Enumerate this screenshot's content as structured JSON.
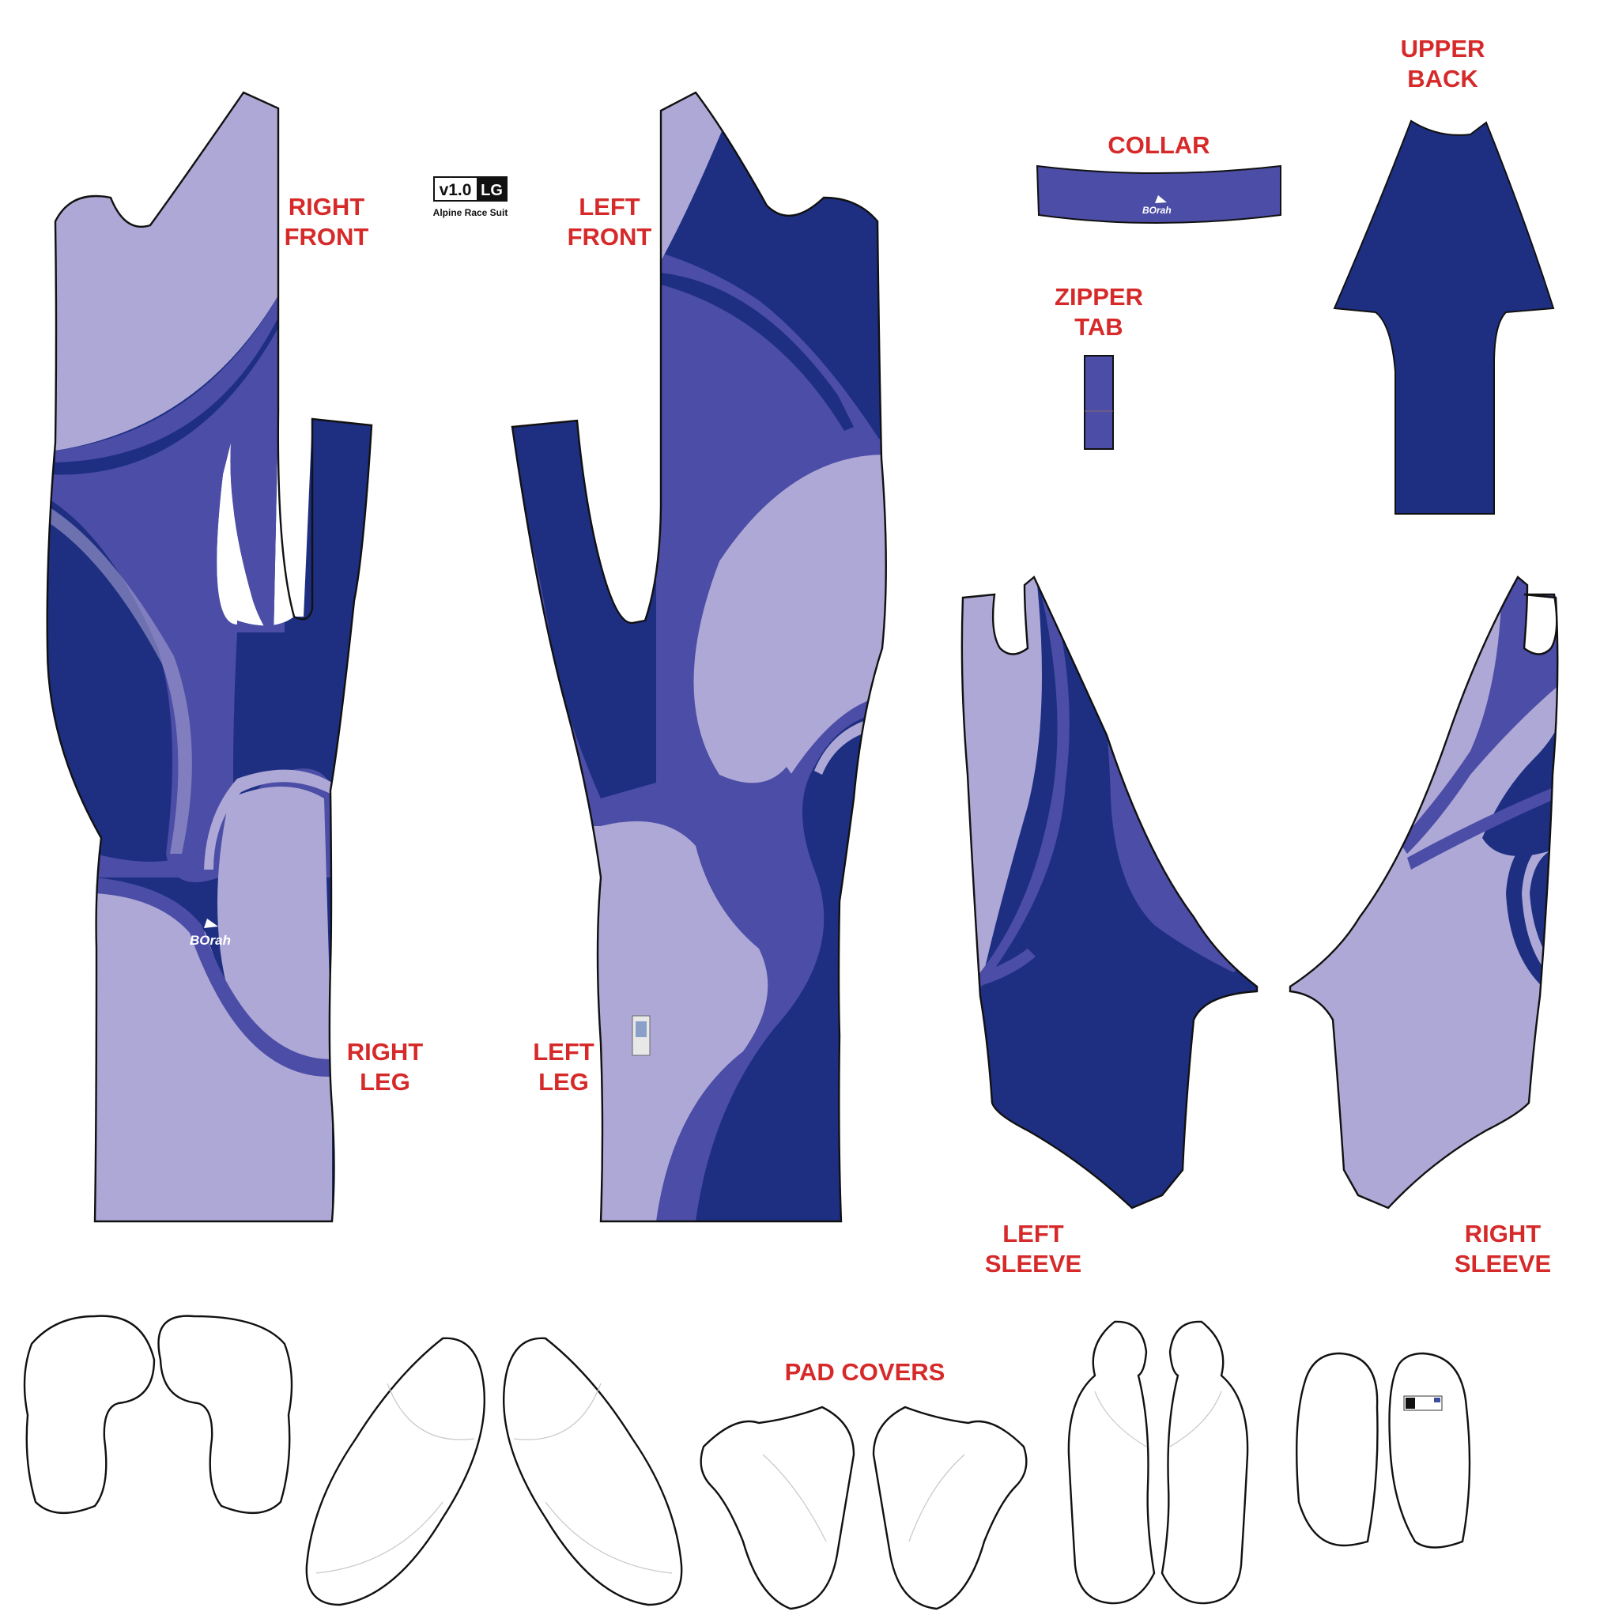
{
  "version_badge": {
    "version": "v1.0",
    "size": "LG",
    "subtitle": "Alpine Race Suit"
  },
  "logo_text": "BOrah",
  "labels": {
    "right_front": [
      "RIGHT",
      "FRONT"
    ],
    "left_front": [
      "LEFT",
      "FRONT"
    ],
    "collar": [
      "COLLAR"
    ],
    "upper_back": [
      "UPPER",
      "BACK"
    ],
    "zipper_tab": [
      "ZIPPER",
      "TAB"
    ],
    "right_leg": [
      "RIGHT",
      "LEG"
    ],
    "left_leg": [
      "LEFT",
      "LEG"
    ],
    "left_sleeve": [
      "LEFT",
      "SLEEVE"
    ],
    "right_sleeve": [
      "RIGHT",
      "SLEEVE"
    ],
    "pad_covers": [
      "PAD COVERS"
    ]
  },
  "colors": {
    "light": "#aea8d6",
    "mid": "#4b4da6",
    "dark": "#1e2f82",
    "label": "#d62a2a"
  }
}
